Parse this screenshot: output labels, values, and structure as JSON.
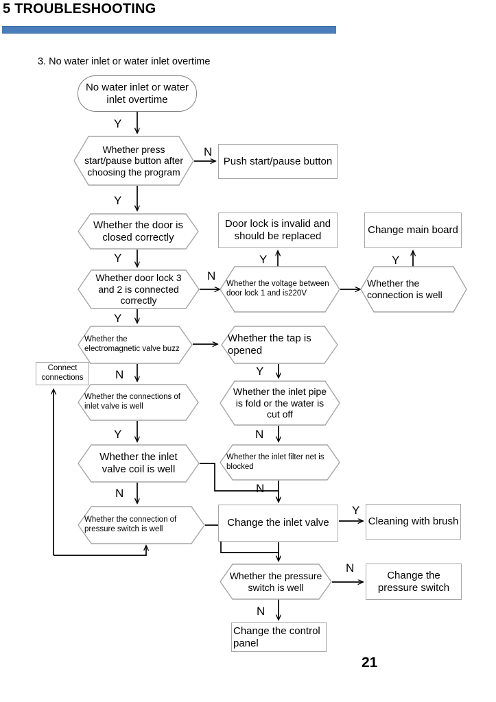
{
  "header": {
    "chapter_title": "5 TROUBLESHOOTING",
    "rule_color": "#4a7ebb",
    "section_label": "3. No water inlet or water inlet overtime",
    "page_number": "21"
  },
  "chart_data": {
    "type": "diagram",
    "title": "3. No water inlet or water inlet overtime",
    "nodes": [
      {
        "id": "start",
        "shape": "terminator",
        "text": "No water inlet or water inlet overtime"
      },
      {
        "id": "press_btn",
        "shape": "decision",
        "text": "Whether press start/pause button after choosing the program"
      },
      {
        "id": "push_btn",
        "shape": "process",
        "text": "Push start/pause button"
      },
      {
        "id": "door_closed",
        "shape": "decision",
        "text": "Whether the door is closed correctly"
      },
      {
        "id": "doorlock_inv",
        "shape": "process",
        "text": "Door lock is invalid and should be replaced"
      },
      {
        "id": "main_board",
        "shape": "process",
        "text": "Change main board"
      },
      {
        "id": "lock32",
        "shape": "decision",
        "text": "Whether door lock 3 and 2 is connected correctly"
      },
      {
        "id": "voltage",
        "shape": "decision",
        "text": "Whether the voltage between door lock 1 and is220V"
      },
      {
        "id": "conn_well",
        "shape": "decision",
        "text": "Whether the connection is well"
      },
      {
        "id": "em_valve",
        "shape": "decision",
        "text": "Whether the electromagnetic valve buzz"
      },
      {
        "id": "tap_open",
        "shape": "decision",
        "text": "Whether the tap is opened"
      },
      {
        "id": "connect_conn",
        "shape": "process",
        "text": "Connect connections"
      },
      {
        "id": "inlet_conn",
        "shape": "decision",
        "text": "Whether the connections of inlet  valve is well"
      },
      {
        "id": "inlet_pipe",
        "shape": "decision",
        "text": "Whether the inlet pipe is fold or the water is cut off"
      },
      {
        "id": "valve_coil",
        "shape": "decision",
        "text": "Whether the inlet valve coil is well"
      },
      {
        "id": "filter_net",
        "shape": "decision",
        "text": "Whether the inlet filter net is blocked"
      },
      {
        "id": "press_sw_conn",
        "shape": "decision",
        "text": "Whether the connection of pressure switch is well"
      },
      {
        "id": "change_valve",
        "shape": "process",
        "text": "Change the inlet valve"
      },
      {
        "id": "cleaning",
        "shape": "process",
        "text": "Cleaning with brush"
      },
      {
        "id": "press_sw",
        "shape": "decision",
        "text": "Whether the pressure switch is well"
      },
      {
        "id": "change_sw",
        "shape": "process",
        "text": "Change the pressure switch"
      },
      {
        "id": "control_panel",
        "shape": "process",
        "text": "Change the control panel"
      }
    ],
    "edges": [
      {
        "from": "start",
        "to": "press_btn",
        "label": "Y"
      },
      {
        "from": "press_btn",
        "to": "push_btn",
        "label": "N"
      },
      {
        "from": "press_btn",
        "to": "door_closed",
        "label": "Y"
      },
      {
        "from": "door_closed",
        "to": "lock32",
        "label": "Y"
      },
      {
        "from": "lock32",
        "to": "voltage",
        "label": "N"
      },
      {
        "from": "lock32",
        "to": "em_valve",
        "label": "Y"
      },
      {
        "from": "voltage",
        "to": "doorlock_inv",
        "label": "Y"
      },
      {
        "from": "voltage",
        "to": "conn_well",
        "label": ""
      },
      {
        "from": "conn_well",
        "to": "main_board",
        "label": "Y"
      },
      {
        "from": "em_valve",
        "to": "tap_open",
        "label": ""
      },
      {
        "from": "em_valve",
        "to": "inlet_conn",
        "label": "N"
      },
      {
        "from": "tap_open",
        "to": "inlet_pipe",
        "label": "Y"
      },
      {
        "from": "inlet_conn",
        "to": "valve_coil",
        "label": "Y"
      },
      {
        "from": "inlet_pipe",
        "to": "filter_net",
        "label": "N"
      },
      {
        "from": "valve_coil",
        "to": "press_sw_conn",
        "label": "N"
      },
      {
        "from": "valve_coil",
        "to": "change_valve",
        "label": ""
      },
      {
        "from": "filter_net",
        "to": "change_valve",
        "label": "N"
      },
      {
        "from": "press_sw_conn",
        "to": "press_sw",
        "label": ""
      },
      {
        "from": "change_valve",
        "to": "cleaning",
        "label": "Y"
      },
      {
        "from": "change_valve",
        "to": "press_sw",
        "label": ""
      },
      {
        "from": "press_sw",
        "to": "change_sw",
        "label": "N"
      },
      {
        "from": "press_sw",
        "to": "control_panel",
        "label": "N"
      },
      {
        "from": "loop",
        "to": "connect_conn",
        "label": ""
      }
    ]
  },
  "branches": {
    "y1": "Y",
    "n1": "N",
    "y2": "Y",
    "y3": "Y",
    "y4": "Y",
    "n2": "N",
    "y5": "Y",
    "y6": "Y",
    "y7": "Y",
    "n3": "N",
    "y8": "Y",
    "y9": "Y",
    "n4": "N",
    "n5": "N",
    "n6": "N",
    "n7": "N",
    "y10": "Y",
    "n8": "N",
    "n9": "N"
  }
}
